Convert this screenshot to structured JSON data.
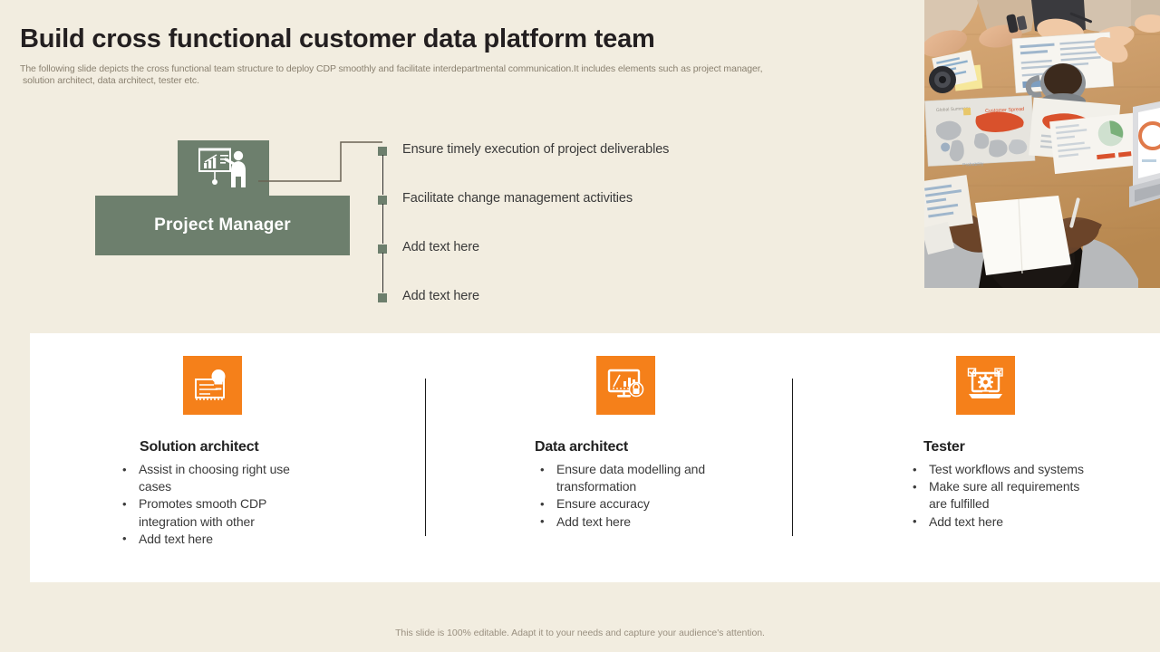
{
  "header": {
    "title": "Build cross functional customer data platform team",
    "subtitle_line1": "The following slide depicts the cross functional team structure to deploy CDP smoothly and facilitate interdepartmental communication.It includes elements such as project manager,",
    "subtitle_line2": "solution architect, data architect, tester etc."
  },
  "photo": {
    "alt": "business-team-meeting-overhead-photo"
  },
  "project_manager": {
    "label": "Project Manager",
    "icon": "presentation-board-icon",
    "responsibilities": [
      "Ensure timely execution of project deliverables",
      "Facilitate change management activities",
      "Add text here",
      "Add text here"
    ]
  },
  "roles": [
    {
      "title": "Solution architect",
      "icon": "lightbulb-blueprint-icon",
      "bullets": [
        "Assist in choosing right use cases",
        "Promotes smooth CDP integration with other",
        "Add text here"
      ]
    },
    {
      "title": "Data architect",
      "icon": "monitor-chart-lock-icon",
      "bullets": [
        "Ensure data modelling and transformation",
        "Ensure accuracy",
        "Add text here"
      ]
    },
    {
      "title": "Tester",
      "icon": "laptop-gear-check-icon",
      "bullets": [
        "Test workflows and systems",
        "Make sure all requirements are fulfilled",
        "Add text here"
      ]
    }
  ],
  "footer": {
    "note": "This slide is 100% editable.  Adapt it to your needs and capture your audience's attention."
  },
  "colors": {
    "background": "#F2EDE0",
    "green": "#6D7F6D",
    "orange": "#F5801A",
    "panel": "#FFFFFF",
    "title_text": "#231F20",
    "body_text": "#3A3A3A",
    "muted_text": "#8A8170"
  }
}
